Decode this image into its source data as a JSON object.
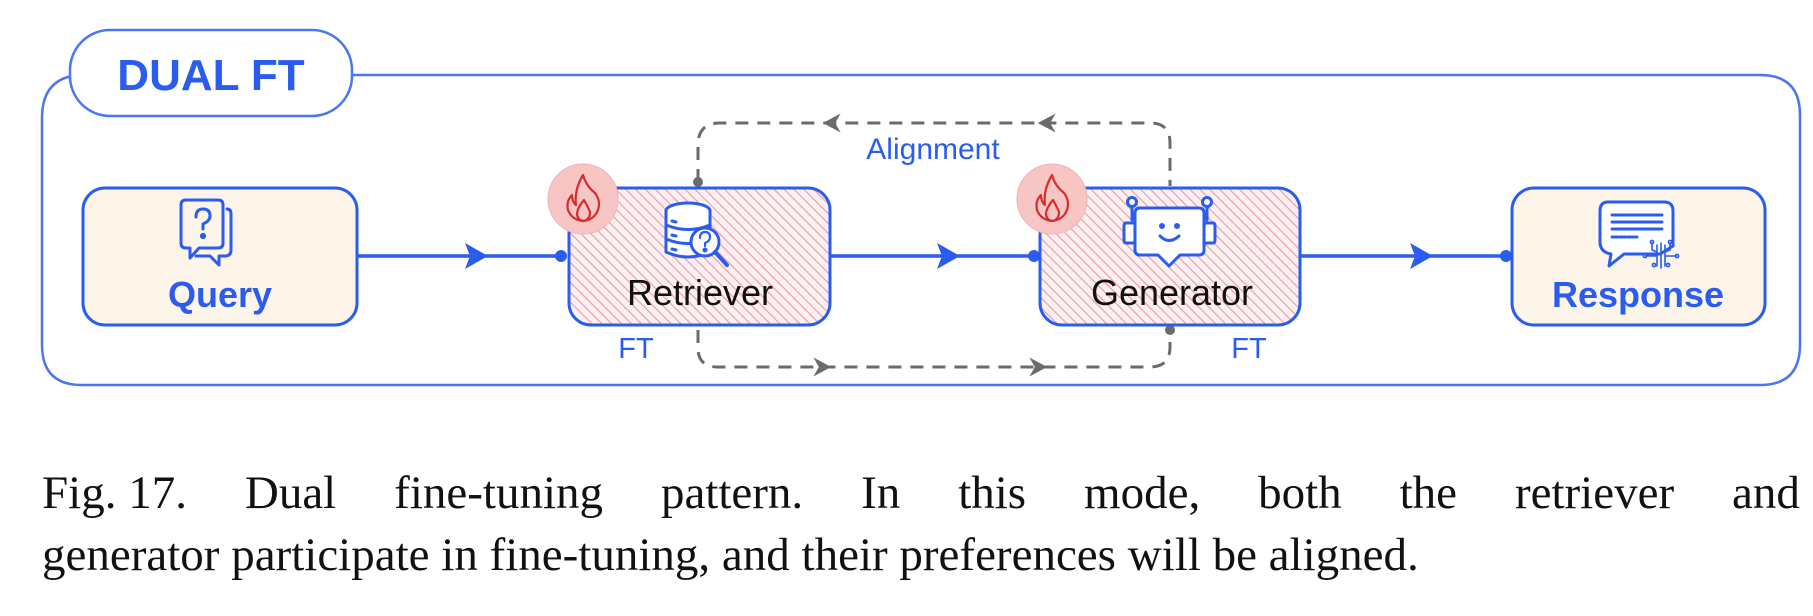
{
  "colors": {
    "primary_blue": "#2b5cf0",
    "frame_blue": "#4a76ee",
    "io_fill": "#fdf4ea",
    "ft_hatch": "#e79aa2",
    "ft_bg": "#fdf0f2",
    "flame_circle": "#f8c5c5",
    "flame_stroke": "#d92b2b",
    "dashed_gray": "#6b6b6b",
    "text_dark": "#111111"
  },
  "frame": {
    "title": "DUAL FT"
  },
  "nodes": {
    "query": {
      "label": "Query",
      "icon": "chat-question-icon"
    },
    "retriever": {
      "label": "Retriever",
      "icon": "database-search-icon",
      "badge": "flame-icon",
      "ft_label": "FT"
    },
    "generator": {
      "label": "Generator",
      "icon": "robot-chat-icon",
      "badge": "flame-icon",
      "ft_label": "FT"
    },
    "response": {
      "label": "Response",
      "icon": "chat-ai-response-icon"
    }
  },
  "edges": [
    {
      "from": "query",
      "to": "retriever",
      "style": "solid"
    },
    {
      "from": "retriever",
      "to": "generator",
      "style": "solid"
    },
    {
      "from": "generator",
      "to": "response",
      "style": "solid"
    },
    {
      "from": "generator",
      "to": "retriever",
      "style": "dashed",
      "label": "Alignment"
    },
    {
      "from": "retriever",
      "to": "generator",
      "style": "dashed"
    }
  ],
  "alignment_label": "Alignment",
  "caption": {
    "fig_label": "Fig. 17.",
    "line1_words": [
      "Dual",
      "fine-tuning",
      "pattern.",
      "In",
      "this",
      "mode,",
      "both",
      "the",
      "retriever",
      "and"
    ],
    "line2": "generator participate in fine-tuning, and their preferences will be aligned."
  }
}
